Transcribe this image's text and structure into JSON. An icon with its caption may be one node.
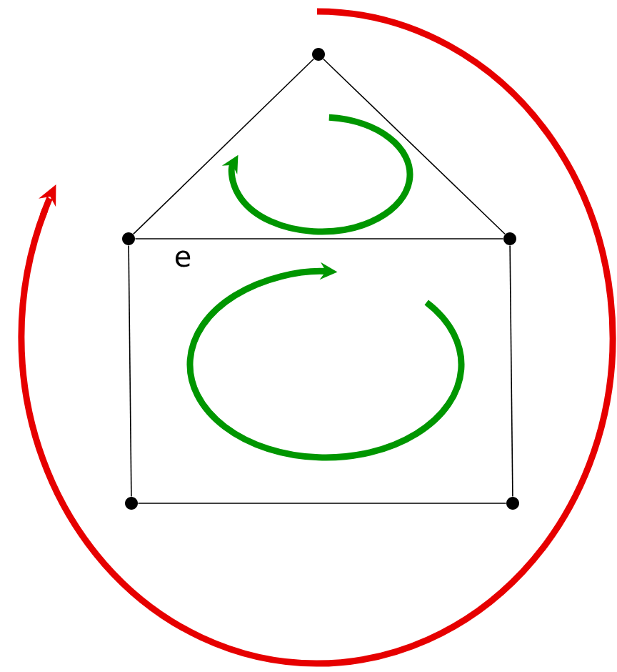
{
  "diagram": {
    "nodes": [
      {
        "text": [],
        "shape": "circle"
      },
      {
        "text": [],
        "shape": "circle"
      },
      {
        "text": [],
        "shape": "circle"
      },
      {
        "text": [],
        "shape": "circle"
      },
      {
        "text": [],
        "shape": "circle"
      }
    ],
    "edges": [
      {
        "from": 0,
        "to": 1,
        "arrow": "none"
      },
      {
        "from": 0,
        "to": 2,
        "arrow": "none"
      },
      {
        "from": 1,
        "to": 2,
        "arrow": "none",
        "label": "e"
      },
      {
        "from": 1,
        "to": 3,
        "arrow": "none"
      },
      {
        "from": 2,
        "to": 4,
        "arrow": "none"
      },
      {
        "from": 3,
        "to": 4,
        "arrow": "none"
      }
    ]
  }
}
